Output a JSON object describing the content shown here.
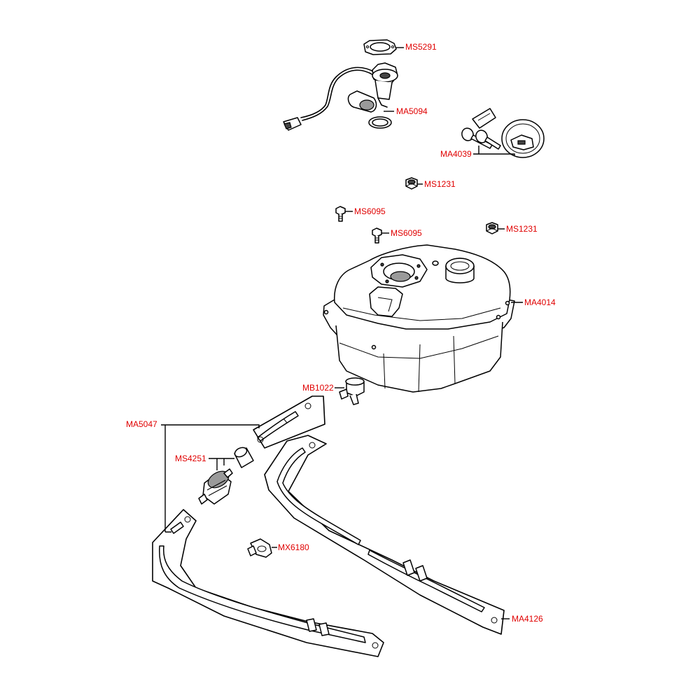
{
  "diagram": {
    "colors": {
      "label": "#e00000",
      "line": "#000000",
      "background": "#ffffff"
    },
    "labels": {
      "ms5291": "MS5291",
      "ma5094": "MA5094",
      "ma4039": "MA4039",
      "ms1231_a": "MS1231",
      "ms6095_a": "MS6095",
      "ms6095_b": "MS6095",
      "ms1231_b": "MS1231",
      "ma4014": "MA4014",
      "mb1022": "MB1022",
      "ma5047": "MA5047",
      "ms4251": "MS4251",
      "mx6180": "MX6180",
      "ma4126": "MA4126"
    }
  }
}
